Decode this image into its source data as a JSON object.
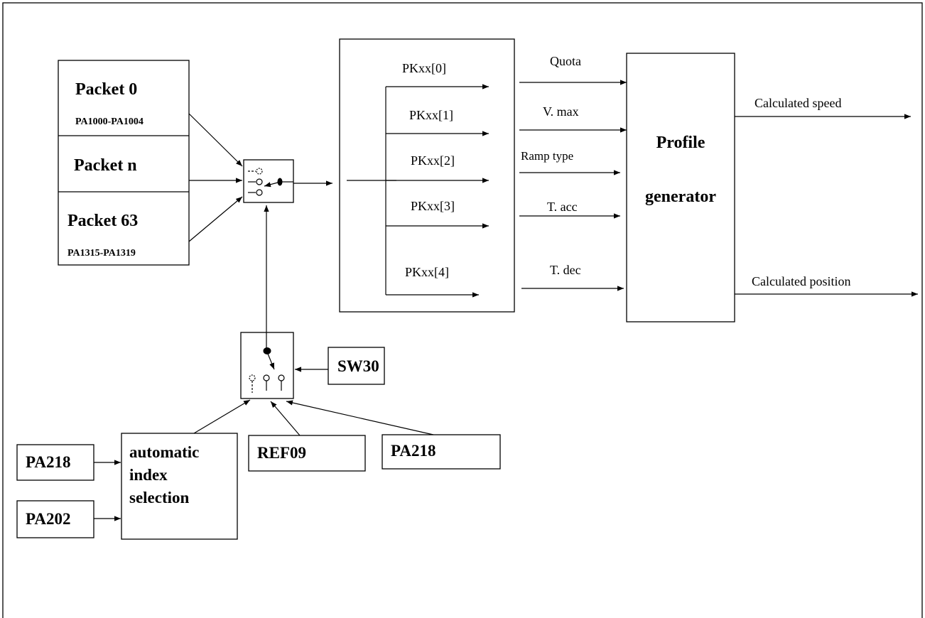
{
  "packets": {
    "packet0_title": "Packet 0",
    "packet0_params": "PA1000-PA1004",
    "packetn_title": "Packet n",
    "packet63_title": "Packet 63",
    "packet63_params": "PA1315-PA1319"
  },
  "parameters": {
    "items": [
      "PKxx[0]",
      "PKxx[1]",
      "PKxx[2]",
      "PKxx[3]",
      "PKxx[4]"
    ]
  },
  "signals": {
    "items": [
      "Quota",
      "V. max",
      "Ramp type",
      "T. acc",
      "T. dec"
    ]
  },
  "profile_generator": {
    "line1": "Profile",
    "line2": "generator"
  },
  "outputs": {
    "speed": "Calculated speed",
    "position": "Calculated position"
  },
  "selector": {
    "sw30": "SW30",
    "ref09": "REF09",
    "pa218_right": "PA218"
  },
  "auto_index": {
    "line1": "automatic",
    "line2": "index",
    "line3": "selection",
    "pa218_left": "PA218",
    "pa202": "PA202"
  }
}
